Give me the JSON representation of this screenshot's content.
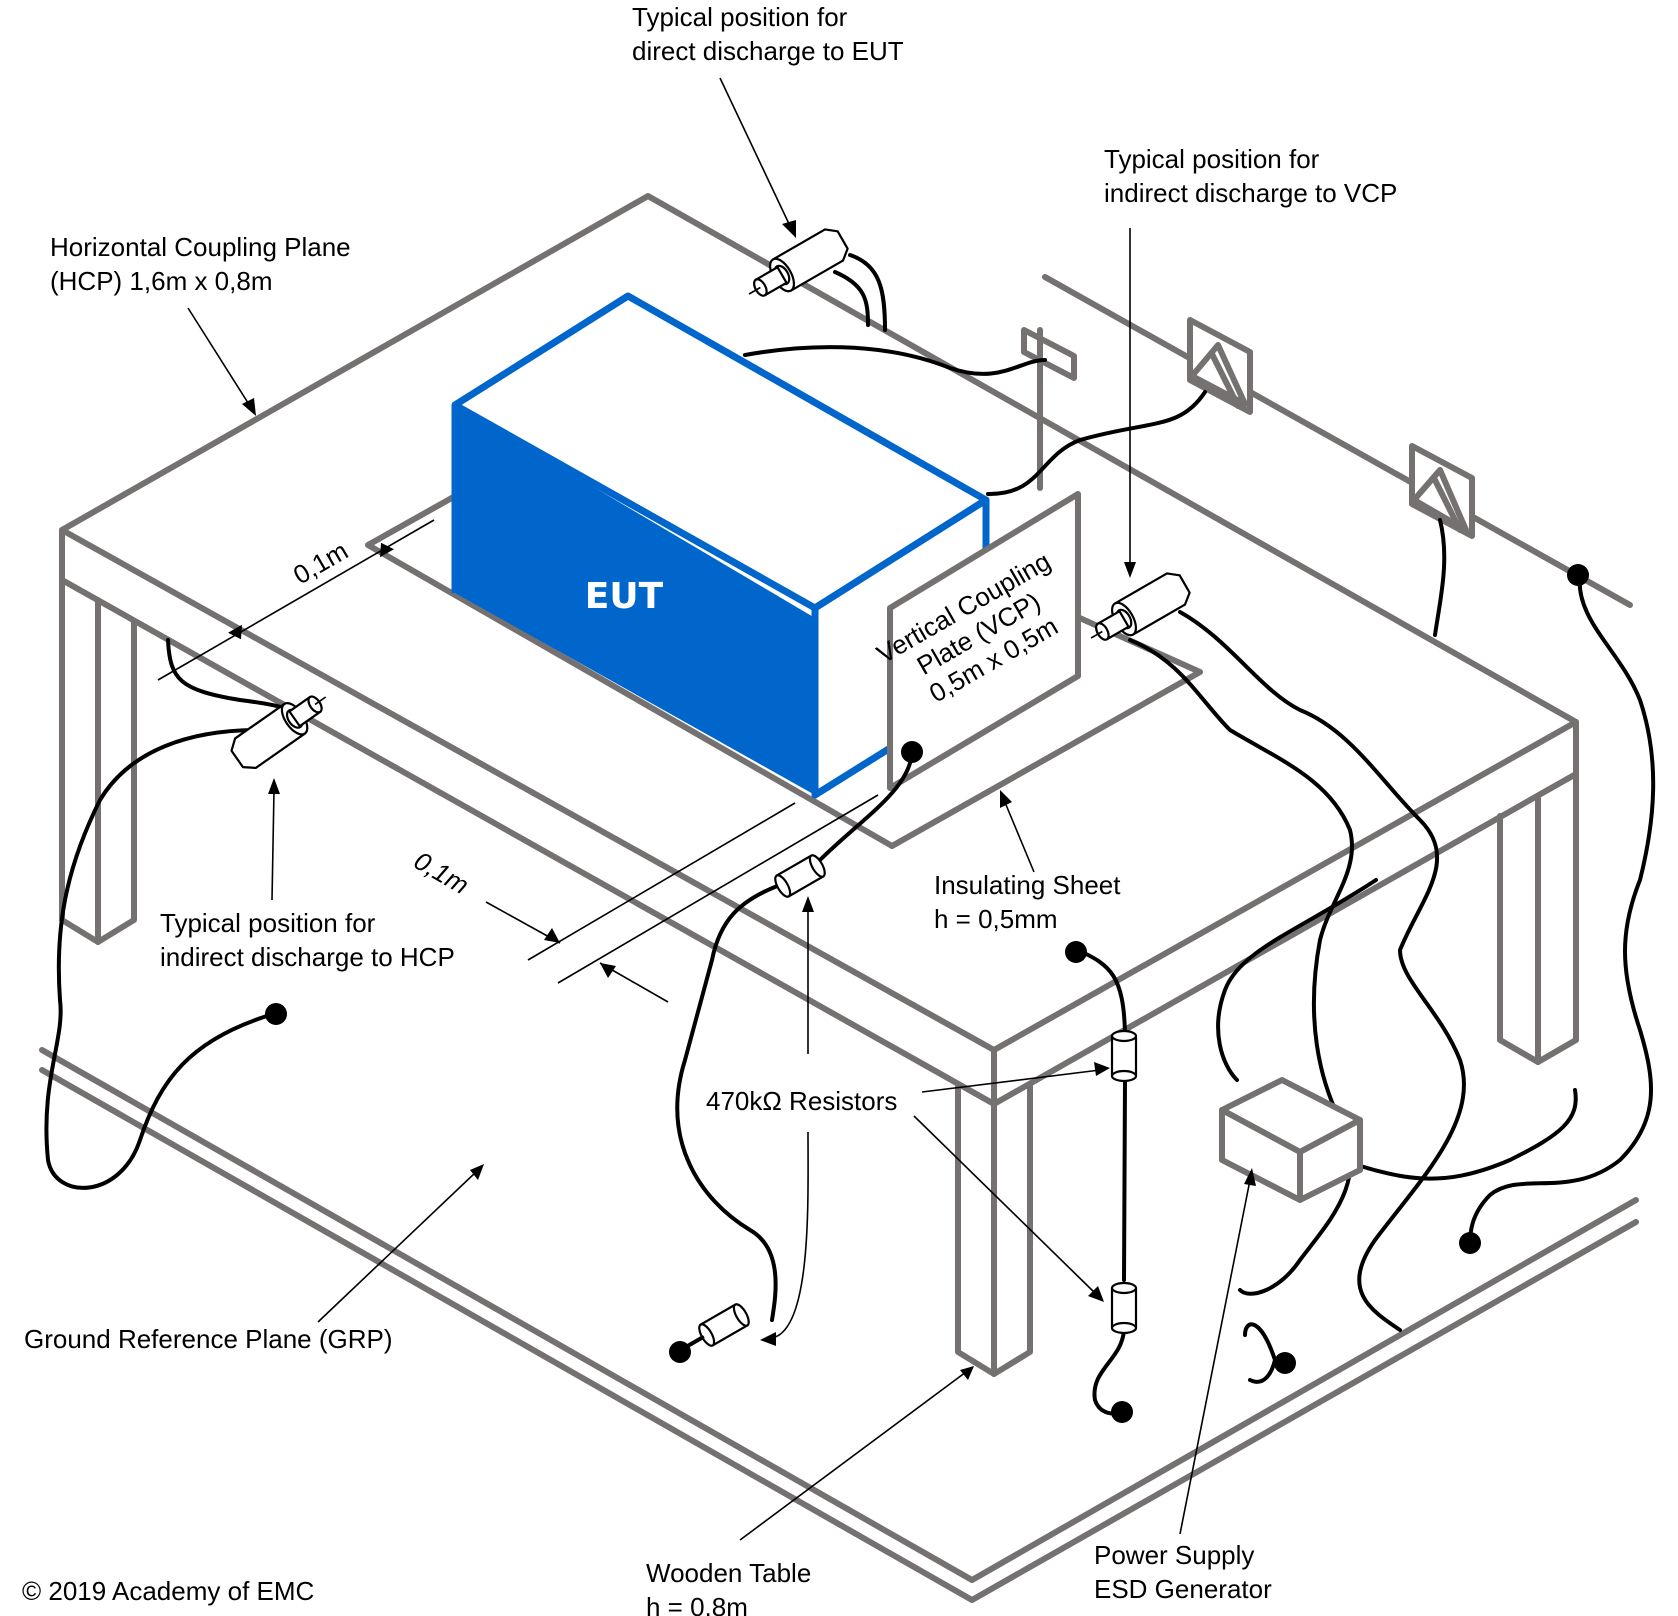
{
  "diagram": {
    "title": "ESD test setup for table-top equipment",
    "colors": {
      "eut_blue": "#0066CC",
      "structure_gray": "#767171",
      "cable_black": "#000000",
      "background": "#FFFFFF"
    },
    "eut_label": "EUT",
    "labels": {
      "direct_discharge": [
        "Typical position for",
        "direct discharge to EUT"
      ],
      "indirect_vcp": [
        "Typical position for",
        "indirect discharge to VCP"
      ],
      "hcp": [
        "Horizontal Coupling Plane",
        "(HCP) 1,6m x 0,8m"
      ],
      "vcp": [
        "Vertical Coupling",
        "Plate (VCP)",
        "0,5m x 0,5m"
      ],
      "dim_top": "0,1m",
      "dim_front": "0,1m",
      "indirect_hcp": [
        "Typical position for",
        "indirect discharge to HCP"
      ],
      "insulating_sheet": [
        "Insulating Sheet",
        "h = 0,5mm"
      ],
      "resistors": "470kΩ Resistors",
      "grp": "Ground Reference Plane (GRP)",
      "wooden_table": [
        "Wooden Table",
        "h = 0,8m"
      ],
      "power_supply": [
        "Power Supply",
        "ESD Generator"
      ],
      "copyright": "© 2019 Academy of EMC"
    }
  }
}
